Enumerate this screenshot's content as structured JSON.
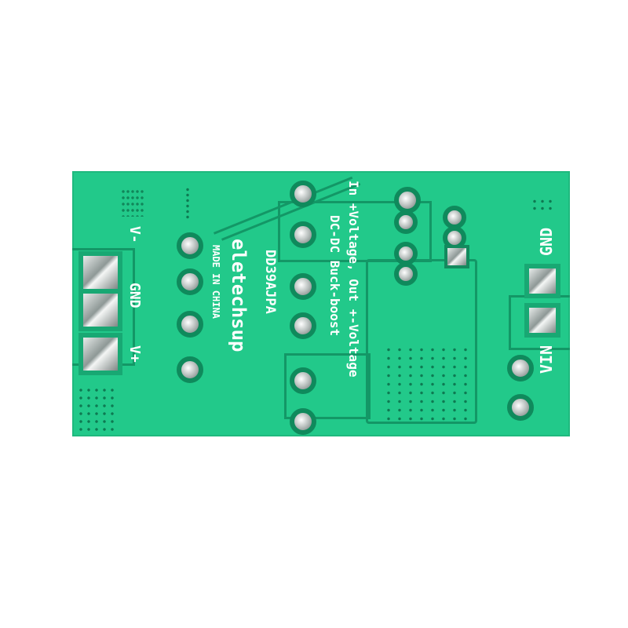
{
  "board": {
    "color": "#22c98a",
    "trace_color": "#139766",
    "silkscreen_color": "#ffffff"
  },
  "silkscreen": {
    "left_terminal_labels": [
      "V-",
      "GND",
      "V+"
    ],
    "right_terminal_labels": [
      "GND",
      "VIN"
    ],
    "brand": "eletechsup",
    "model": "DD39AJPA",
    "origin": "MADE IN CHINA",
    "description_line1": "In +Voltage, Out +-Voltage",
    "description_line2": "DC-DC Buck-boost"
  }
}
